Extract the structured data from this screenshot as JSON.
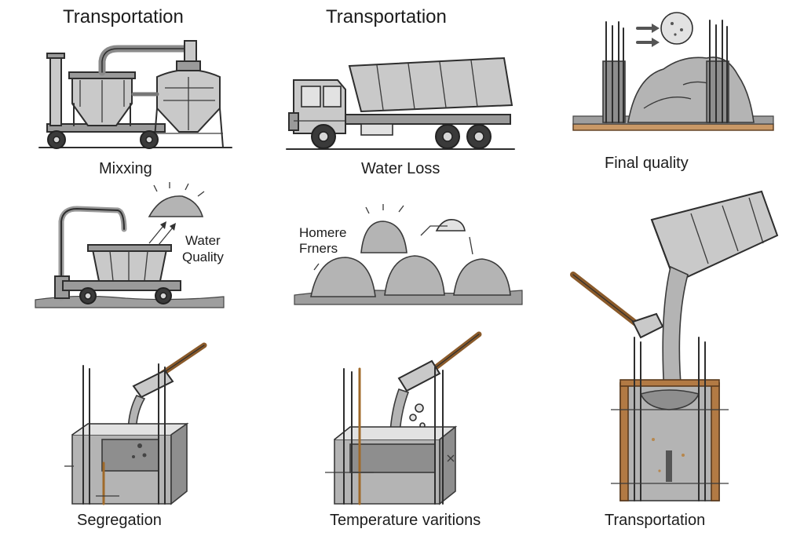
{
  "labels": {
    "transport_top_left": "Transportation",
    "transport_top_center": "Transportation",
    "mixing": "Mixxing",
    "water_loss": "Water Loss",
    "final_quality": "Final quality",
    "water_quality_line1": "Water",
    "water_quality_line2": "Quality",
    "homere_line1": "Homere",
    "homere_line2": "Frners",
    "segregation": "Segregation",
    "temperature_variations": "Temperature varitions",
    "transport_bottom_right": "Transportation"
  },
  "icons": {
    "mixing_plant": "mixing-plant-icon",
    "dump_truck": "dump-truck-icon",
    "rebar_columns_pile": "rebar-columns-pile-icon",
    "mixer_cart": "mixer-cart-icon",
    "concrete_mounds": "concrete-mounds-icon",
    "chute_pour_left": "chute-pour-icon",
    "chute_pour_center": "chute-pour-icon",
    "formwork_pour": "formwork-pour-icon"
  }
}
